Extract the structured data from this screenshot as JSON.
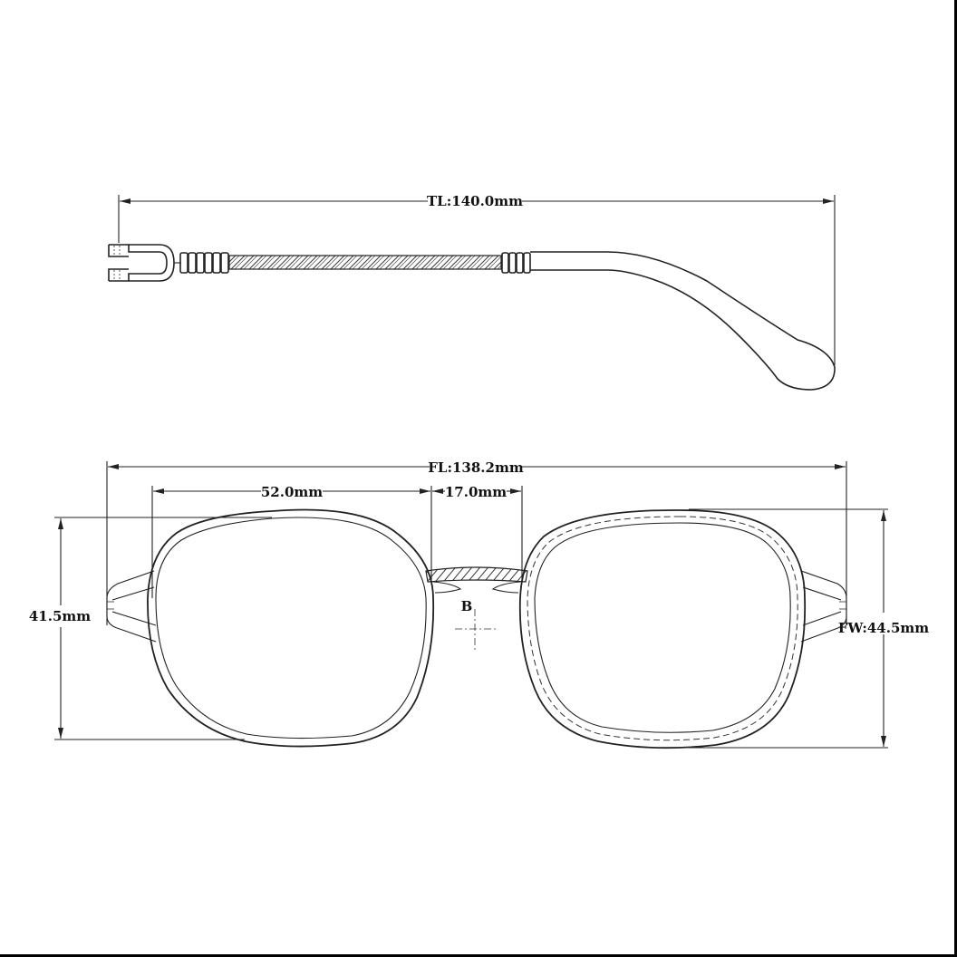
{
  "drawing": {
    "title": "Eyeglasses dimension drawing",
    "colors": {
      "line": "#222222",
      "background": "#ffffff",
      "border": "#000000"
    }
  },
  "temple_view": {
    "dimensions": {
      "temple_length": {
        "label": "TL:140.0mm",
        "value_mm": 140.0
      }
    }
  },
  "front_view": {
    "dimensions": {
      "frame_length": {
        "label": "FL:138.2mm",
        "value_mm": 138.2
      },
      "lens_width": {
        "label": "52.0mm",
        "value_mm": 52.0
      },
      "bridge_width": {
        "label": "17.0mm",
        "value_mm": 17.0
      },
      "lens_height": {
        "label": "41.5mm",
        "value_mm": 41.5
      },
      "frame_width": {
        "label": "FW:44.5mm",
        "value_mm": 44.5
      }
    },
    "bridge_marker": {
      "label": "B"
    }
  }
}
